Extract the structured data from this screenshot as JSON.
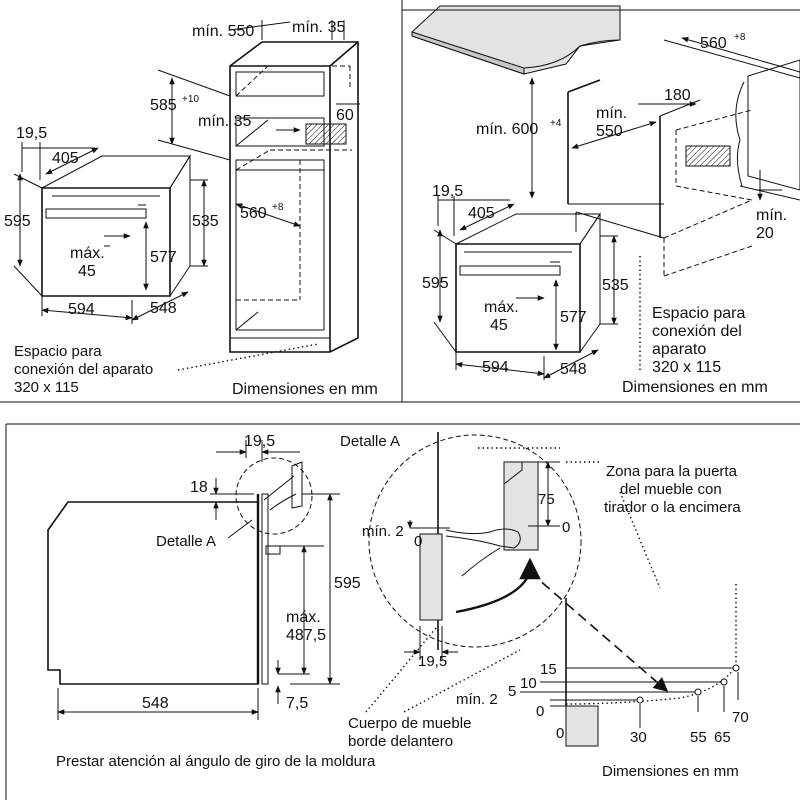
{
  "panel_tl": {
    "min_550": "mín. 550",
    "min_35_top": "mín. 35",
    "d585": "585",
    "d585_sup": "+10",
    "min_35_mid": "mín. 35",
    "d60": "60",
    "d19_5": "19,5",
    "d405": "405",
    "d595": "595",
    "d535": "535",
    "max_45_a": "máx.",
    "max_45_b": "45",
    "d577": "577",
    "d560": "560",
    "d560_sup": "+8",
    "d594": "594",
    "d548": "548",
    "espacio_1": "Espacio para",
    "espacio_2": "conexión del aparato",
    "espacio_3": "320 x 115",
    "dimensiones": "Dimensiones en mm"
  },
  "panel_tr": {
    "d560": "560",
    "d560_sup": "+8",
    "min_600": "mín. 600",
    "min_600_sup": "+4",
    "min_550_a": "mín.",
    "min_550_b": "550",
    "d180": "180",
    "min_20_a": "mín.",
    "min_20_b": "20",
    "d19_5": "19,5",
    "d405": "405",
    "d595": "595",
    "d535": "535",
    "max_45_a": "máx.",
    "max_45_b": "45",
    "d577": "577",
    "d594": "594",
    "d548": "548",
    "espacio_1": "Espacio para",
    "espacio_2": "conexión del",
    "espacio_3": "aparato",
    "espacio_4": "320 x 115",
    "dimensiones": "Dimensiones en mm"
  },
  "panel_bl": {
    "d19_5": "19,5",
    "d18": "18",
    "detalle": "Detalle A",
    "d595": "595",
    "max_a": "máx.",
    "max_b": "487,5",
    "d548": "548",
    "d7_5": "7,5",
    "prestar": "Prestar atención al ángulo de giro de la moldura"
  },
  "panel_br": {
    "detalle": "Detalle A",
    "zona_1": "Zona para la puerta",
    "zona_2": "del mueble con",
    "zona_3": "tirador o la encimera",
    "d75": "75",
    "d0_right": "0",
    "min_2_top": "mín. 2",
    "d0_left": "0",
    "d19_5": "19,5",
    "cuerpo_1": "Cuerpo de mueble",
    "cuerpo_2": "borde delantero",
    "d15": "15",
    "d10": "10",
    "min_2_bottom": "mín. 2",
    "d5": "5",
    "d0_a": "0",
    "d0_b": "0",
    "d30": "30",
    "d55": "55",
    "d65": "65",
    "d70": "70",
    "dimensiones": "Dimensiones en mm"
  }
}
